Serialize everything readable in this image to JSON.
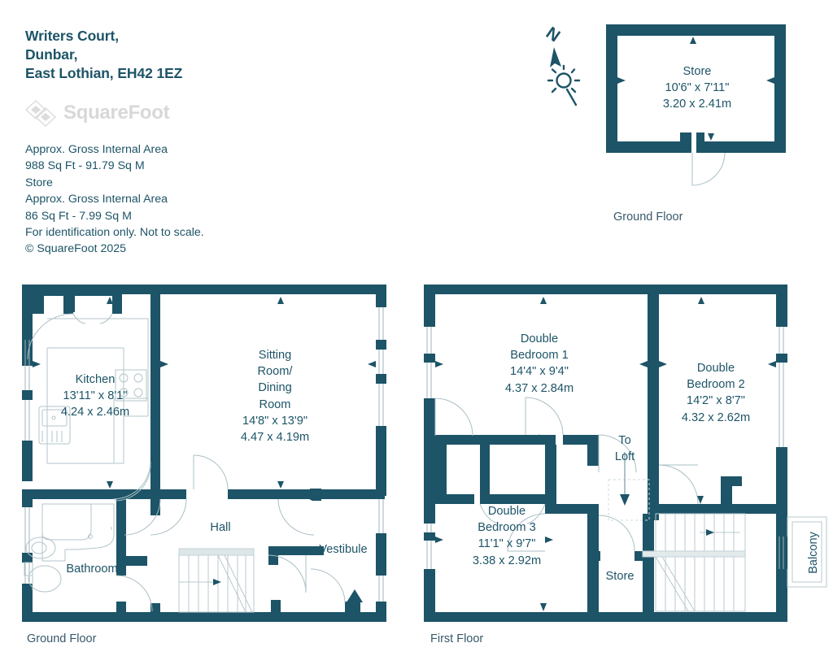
{
  "header": {
    "address_lines": [
      "Writers Court,",
      "Dunbar,",
      "East Lothian, EH42 1EZ"
    ],
    "logo_text": "SquareFoot",
    "logo_icon": "squarefoot-diamond-logo"
  },
  "areas": {
    "lines": [
      "Approx. Gross Internal Area",
      "988 Sq Ft  -  91.79 Sq M",
      "Store",
      "Approx. Gross Internal Area",
      "86 Sq Ft  -  7.99 Sq M",
      "For identification only. Not to scale.",
      "© SquareFoot 2025"
    ]
  },
  "compass": {
    "north_label": "N",
    "icon": "compass-north-arrow-sun"
  },
  "floors": [
    {
      "id": "store-floor",
      "caption": "Ground Floor",
      "rooms": [
        {
          "id": "store",
          "name": "Store",
          "imperial": "10'6\" x 7'11\"",
          "metric": "3.20 x 2.41m"
        }
      ]
    },
    {
      "id": "ground-floor",
      "caption": "Ground Floor",
      "rooms": [
        {
          "id": "kitchen",
          "name": "Kitchen",
          "imperial": "13'11\" x 8'1\"",
          "metric": "4.24 x 2.46m"
        },
        {
          "id": "sitting-dining",
          "name_lines": [
            "Sitting",
            "Room/",
            "Dining",
            "Room"
          ],
          "imperial": "14'8\" x 13'9\"",
          "metric": "4.47 x 4.19m"
        },
        {
          "id": "bathroom",
          "name": "Bathroom"
        },
        {
          "id": "hall",
          "name": "Hall"
        },
        {
          "id": "vestibule",
          "name": "Vestibule"
        }
      ]
    },
    {
      "id": "first-floor",
      "caption": "First Floor",
      "rooms": [
        {
          "id": "bedroom-1",
          "name_lines": [
            "Double",
            "Bedroom 1"
          ],
          "imperial": "14'4\" x 9'4\"",
          "metric": "4.37 x 2.84m"
        },
        {
          "id": "bedroom-2",
          "name_lines": [
            "Double",
            "Bedroom 2"
          ],
          "imperial": "14'2\" x 8'7\"",
          "metric": "4.32 x 2.62m"
        },
        {
          "id": "bedroom-3",
          "name_lines": [
            "Double",
            "Bedroom 3"
          ],
          "imperial": "11'1\" x 9'7\"",
          "metric": "3.38 x 2.92m"
        },
        {
          "id": "to-loft",
          "name_lines": [
            "To",
            "Loft"
          ]
        },
        {
          "id": "store-upper",
          "name": "Store"
        },
        {
          "id": "balcony",
          "name": "Balcony"
        }
      ]
    }
  ],
  "colors": {
    "wall": "#1d5467",
    "text": "#1d5467",
    "caption": "#37596a",
    "logo": "#d8d8d8",
    "thin_line": "#9fb4bc",
    "background": "#ffffff"
  }
}
